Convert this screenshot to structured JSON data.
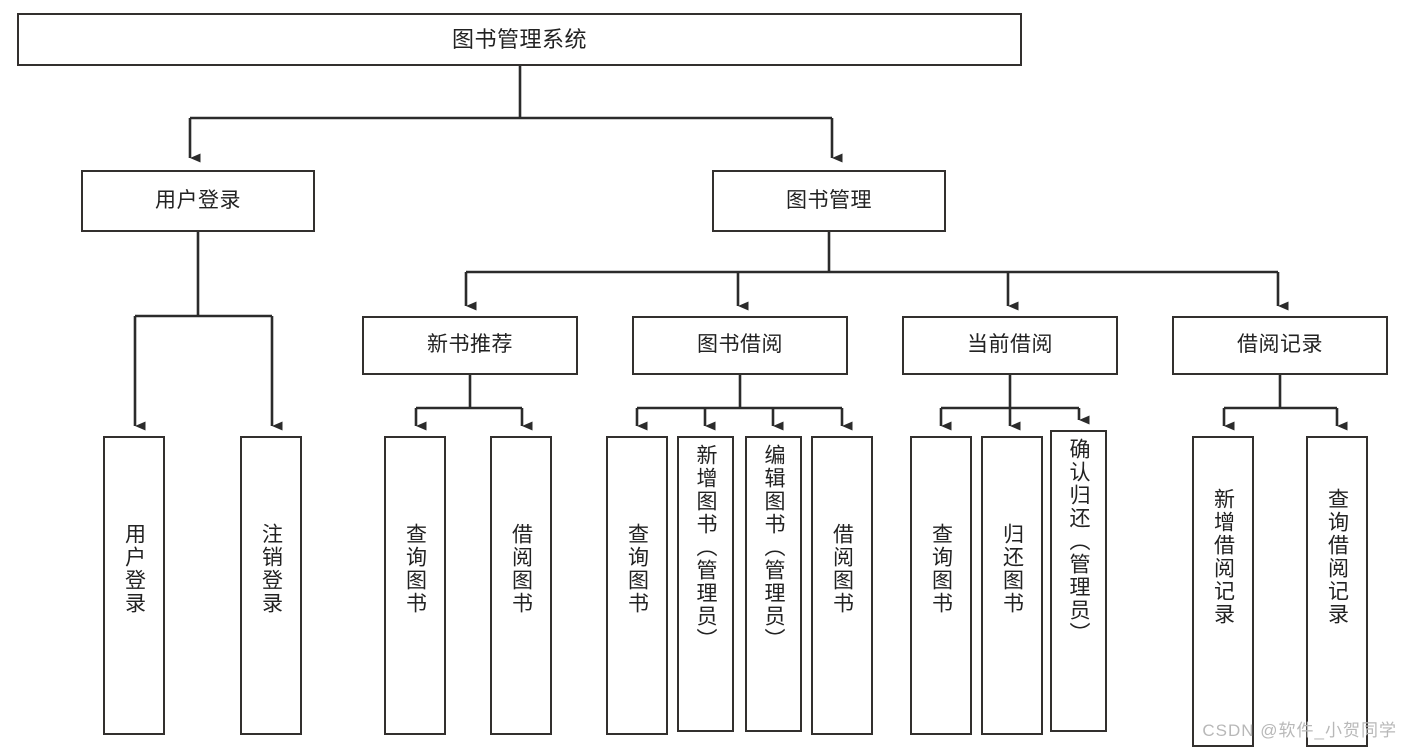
{
  "diagram": {
    "type": "tree",
    "title": "图书管理系统",
    "colors": {
      "box_border": "#33302e",
      "box_fill": "#ffffff",
      "connector": "#2b2b2b",
      "text": "#222222",
      "watermark": "#b8b8b8",
      "background": "#ffffff"
    },
    "root": {
      "label": "图书管理系统"
    },
    "level2": [
      {
        "label": "用户登录"
      },
      {
        "label": "图书管理"
      }
    ],
    "level3": [
      {
        "label": "新书推荐"
      },
      {
        "label": "图书借阅"
      },
      {
        "label": "当前借阅"
      },
      {
        "label": "借阅记录"
      }
    ],
    "leaves": [
      {
        "label": "用户登录",
        "parent": "用户登录"
      },
      {
        "label": "注销登录",
        "parent": "用户登录"
      },
      {
        "label": "查询图书",
        "parent": "新书推荐"
      },
      {
        "label": "借阅图书",
        "parent": "新书推荐"
      },
      {
        "label": "查询图书",
        "parent": "图书借阅"
      },
      {
        "label": "新增图书（管理员）",
        "parent": "图书借阅"
      },
      {
        "label": "编辑图书（管理员）",
        "parent": "图书借阅"
      },
      {
        "label": "借阅图书",
        "parent": "图书借阅"
      },
      {
        "label": "查询图书",
        "parent": "当前借阅"
      },
      {
        "label": "归还图书",
        "parent": "当前借阅"
      },
      {
        "label": "确认归还（管理员）",
        "parent": "当前借阅"
      },
      {
        "label": "新增借阅记录",
        "parent": "借阅记录"
      },
      {
        "label": "查询借阅记录",
        "parent": "借阅记录"
      }
    ]
  },
  "watermark": {
    "text": "CSDN @软件_小贺同学"
  }
}
